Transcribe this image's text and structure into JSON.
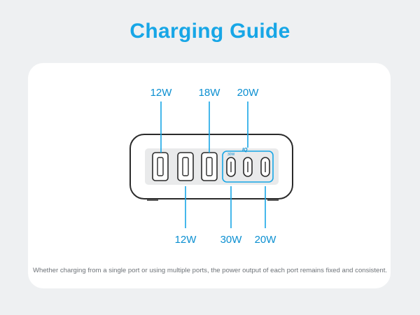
{
  "title": "Charging Guide",
  "top_labels": [
    "12W",
    "18W",
    "20W"
  ],
  "bottom_labels": [
    "12W",
    "30W",
    "20W"
  ],
  "iq_badge": "IQ",
  "port_group_label": "30W",
  "caption": "Whether charging from a single port or using multiple ports, the power output of each port remains fixed and consistent.",
  "colors": {
    "title": "#17a6e6",
    "accent": "#0b8fd1",
    "card": "#ffffff",
    "background": "#eef0f2"
  }
}
